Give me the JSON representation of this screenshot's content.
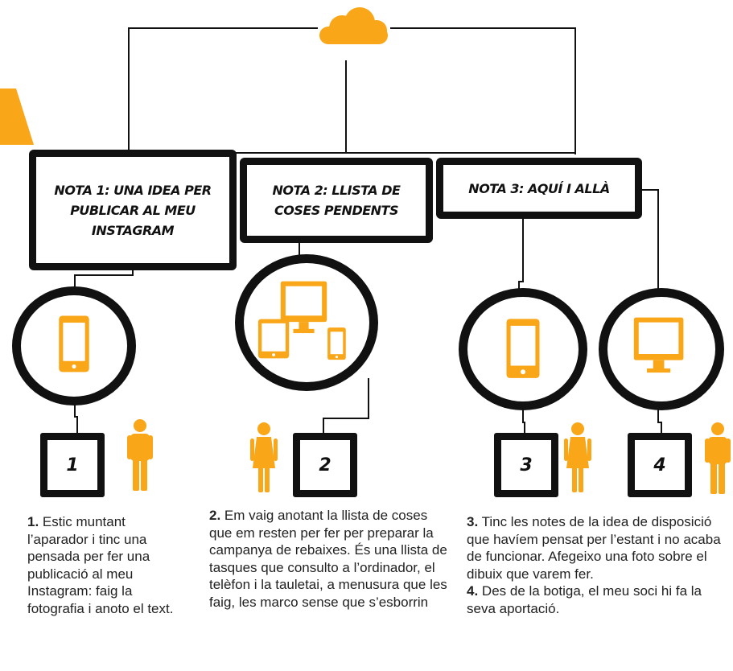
{
  "colors": {
    "accent": "#F9A619",
    "stroke": "#111111",
    "text": "#222222"
  },
  "cloud": {
    "icon": "cloud-icon"
  },
  "notes": [
    {
      "label": "Nota 1: Una idea per publicar al meu Instagram"
    },
    {
      "label": "Nota 2: Llista de coses pendents"
    },
    {
      "label": "Nota 3: Aquí i allà"
    }
  ],
  "devices": [
    {
      "icon": "smartphone-icon"
    },
    {
      "icon": "devices-icon"
    },
    {
      "icon": "smartphone-icon"
    },
    {
      "icon": "monitor-icon"
    }
  ],
  "steps": [
    {
      "number": "1",
      "person_icon": "man-icon"
    },
    {
      "number": "2",
      "person_icon": "woman-icon"
    },
    {
      "number": "3",
      "person_icon": "woman-icon"
    },
    {
      "number": "4",
      "person_icon": "man-icon"
    }
  ],
  "descriptions": {
    "d1": {
      "num": "1.",
      "text": " Estic muntant l’aparador i tinc una pensada per fer una publicació al meu Instagram: faig la fotografia i anoto el text."
    },
    "d2": {
      "num": "2.",
      "text": " Em vaig anotant la llista de coses que em resten per fer per preparar la campanya de rebaixes. És una llista de tasques que consulto a l’ordinador, el telèfon i la tauletai, a menusura que les faig, les marco sense que s’esborrin"
    },
    "d3": {
      "num": "3.",
      "text": " Tinc les notes de la idea de disposició que havíem pensat per l’estant i no acaba de funcionar. Afegeixo una foto sobre el dibuix que varem fer."
    },
    "d4": {
      "num": "4.",
      "text": " Des de la botiga, el meu soci hi fa la seva aportació."
    }
  }
}
